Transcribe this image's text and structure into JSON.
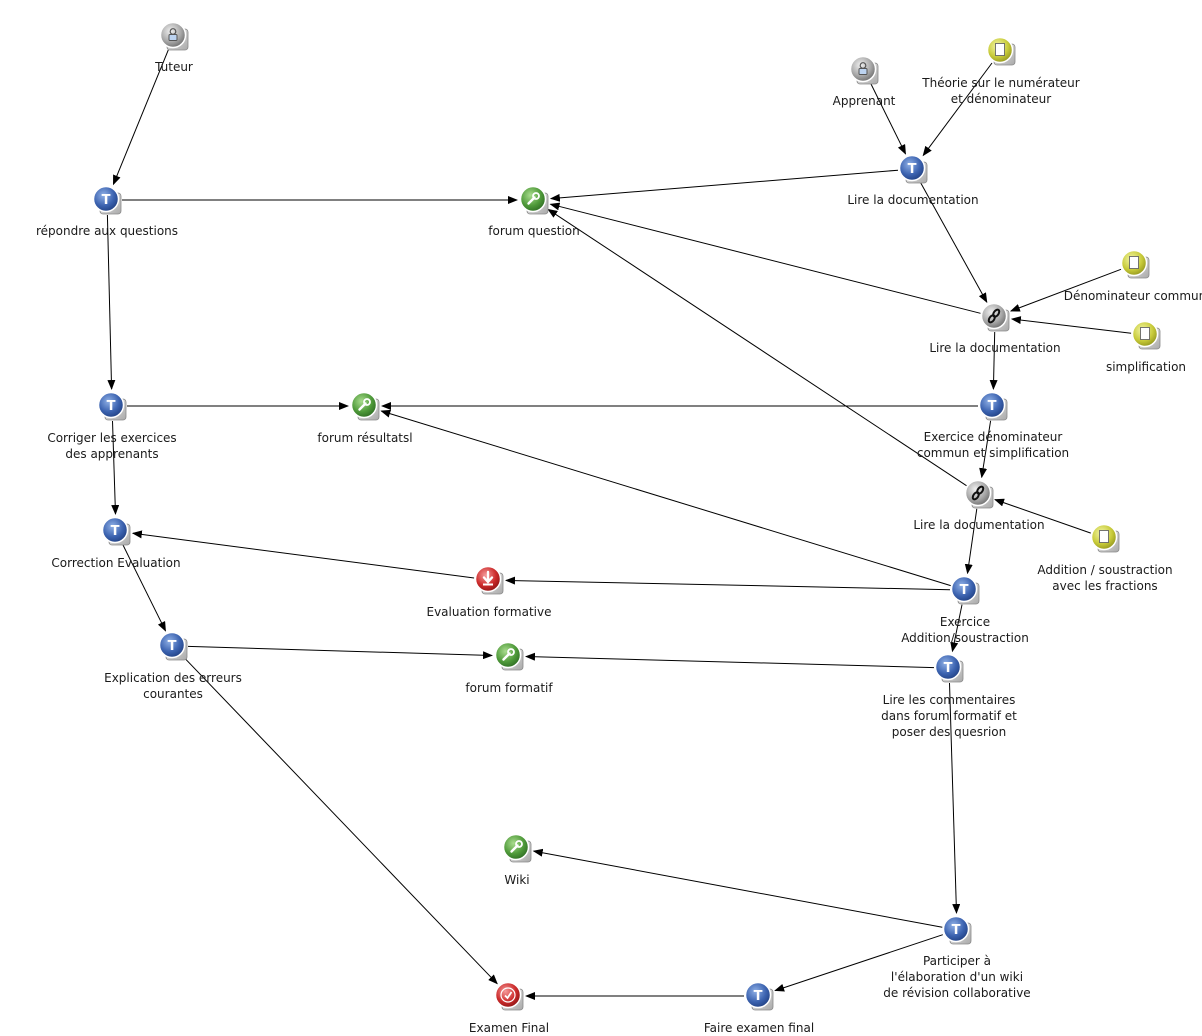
{
  "diagram": {
    "nodes": {
      "tuteur": {
        "label": "Tuteur",
        "kind": "actor",
        "icon": "person-lock-icon"
      },
      "repondre": {
        "label": "répondre aux questions",
        "kind": "task",
        "icon": "task-t-icon"
      },
      "forum_question": {
        "label": "forum question",
        "kind": "tool",
        "icon": "wrench-icon"
      },
      "apprenant": {
        "label": "Apprenant",
        "kind": "actor",
        "icon": "person-lock-icon"
      },
      "theorie": {
        "label": "Théorie sur le numérateur\net dénominateur",
        "kind": "resource",
        "icon": "document-icon"
      },
      "lire_doc_1": {
        "label": "Lire la documentation",
        "kind": "task",
        "icon": "task-t-icon"
      },
      "denominateur": {
        "label": "Dénominateur commun",
        "kind": "resource",
        "icon": "document-icon"
      },
      "simplification": {
        "label": "simplification",
        "kind": "resource",
        "icon": "document-icon"
      },
      "lire_doc_2": {
        "label": "Lire la documentation",
        "kind": "link",
        "icon": "chain-link-icon"
      },
      "corriger": {
        "label": "Corriger les exercices\ndes apprenants",
        "kind": "task",
        "icon": "task-t-icon"
      },
      "forum_resultats": {
        "label": "forum résultatsl",
        "kind": "tool",
        "icon": "wrench-icon"
      },
      "exercice_denom": {
        "label": "Exercice dénominateur\ncommun et simplification",
        "kind": "task",
        "icon": "task-t-icon"
      },
      "lire_doc_3": {
        "label": "Lire la documentation",
        "kind": "link",
        "icon": "chain-link-icon"
      },
      "addition_res": {
        "label": "Addition / soustraction\navec les fractions",
        "kind": "resource",
        "icon": "document-icon"
      },
      "correction_eval": {
        "label": "Correction Evaluation",
        "kind": "task",
        "icon": "task-t-icon"
      },
      "evaluation_formative": {
        "label": "Evaluation formative",
        "kind": "evaluation",
        "icon": "download-arrow-icon"
      },
      "exercice_add": {
        "label": "Exercice\nAddition/soustraction",
        "kind": "task",
        "icon": "task-t-icon"
      },
      "explication": {
        "label": "Explication des erreurs\ncourantes",
        "kind": "task",
        "icon": "task-t-icon"
      },
      "forum_formatif": {
        "label": "forum formatif",
        "kind": "tool",
        "icon": "wrench-icon"
      },
      "lire_commentaires": {
        "label": "Lire les commentaires\ndans forum formatif et\nposer des quesrion",
        "kind": "task",
        "icon": "task-t-icon"
      },
      "wiki": {
        "label": "Wiki",
        "kind": "tool",
        "icon": "wrench-icon"
      },
      "participer": {
        "label": "Participer à\nl'élaboration d'un wiki\nde révision collaborative",
        "kind": "task",
        "icon": "task-t-icon"
      },
      "examen_final": {
        "label": "Examen Final",
        "kind": "exam",
        "icon": "checkmark-icon"
      },
      "faire_examen": {
        "label": "Faire examen final",
        "kind": "task",
        "icon": "task-t-icon"
      }
    },
    "edges": [
      {
        "from": "tuteur",
        "to": "repondre"
      },
      {
        "from": "repondre",
        "to": "forum_question"
      },
      {
        "from": "apprenant",
        "to": "lire_doc_1"
      },
      {
        "from": "theorie",
        "to": "lire_doc_1"
      },
      {
        "from": "lire_doc_1",
        "to": "forum_question"
      },
      {
        "from": "lire_doc_1",
        "to": "lire_doc_2"
      },
      {
        "from": "lire_doc_2",
        "to": "forum_question"
      },
      {
        "from": "denominateur",
        "to": "lire_doc_2"
      },
      {
        "from": "simplification",
        "to": "lire_doc_2"
      },
      {
        "from": "lire_doc_2",
        "to": "exercice_denom"
      },
      {
        "from": "repondre",
        "to": "corriger"
      },
      {
        "from": "corriger",
        "to": "forum_resultats"
      },
      {
        "from": "exercice_denom",
        "to": "forum_resultats"
      },
      {
        "from": "exercice_denom",
        "to": "lire_doc_3"
      },
      {
        "from": "lire_doc_3",
        "to": "forum_question"
      },
      {
        "from": "addition_res",
        "to": "lire_doc_3"
      },
      {
        "from": "lire_doc_3",
        "to": "exercice_add"
      },
      {
        "from": "exercice_add",
        "to": "forum_resultats"
      },
      {
        "from": "corriger",
        "to": "correction_eval"
      },
      {
        "from": "evaluation_formative",
        "to": "correction_eval"
      },
      {
        "from": "exercice_add",
        "to": "evaluation_formative"
      },
      {
        "from": "correction_eval",
        "to": "explication"
      },
      {
        "from": "explication",
        "to": "forum_formatif"
      },
      {
        "from": "exercice_add",
        "to": "lire_commentaires"
      },
      {
        "from": "lire_commentaires",
        "to": "forum_formatif"
      },
      {
        "from": "lire_commentaires",
        "to": "participer"
      },
      {
        "from": "participer",
        "to": "wiki"
      },
      {
        "from": "participer",
        "to": "faire_examen"
      },
      {
        "from": "faire_examen",
        "to": "examen_final"
      },
      {
        "from": "explication",
        "to": "examen_final"
      }
    ]
  }
}
